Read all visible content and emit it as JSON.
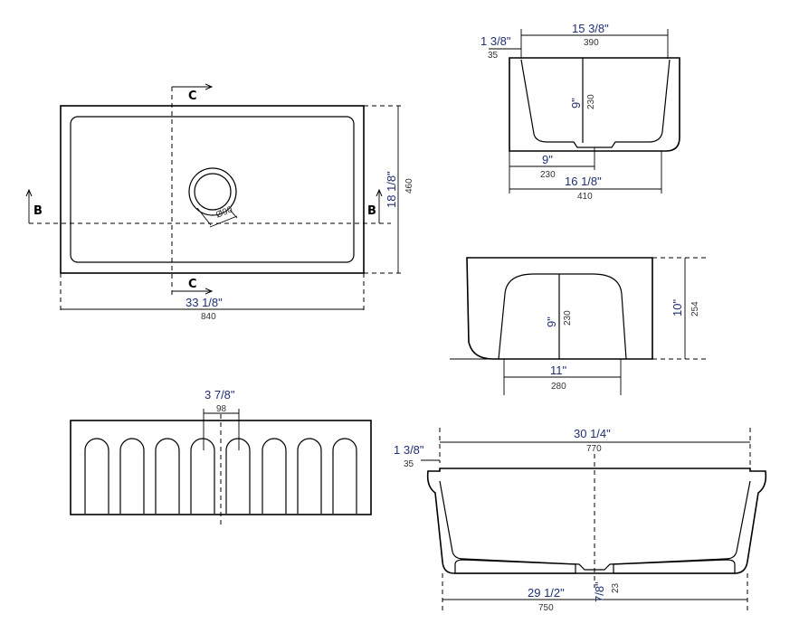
{
  "section_labels": {
    "c": "C",
    "b": "B"
  },
  "top_view": {
    "length_in": "33 1/8\"",
    "length_mm": "840",
    "width_in": "18 1/8\"",
    "width_mm": "460",
    "drain": "Ø90"
  },
  "side_section": {
    "top_in": "15 3/8\"",
    "top_mm": "390",
    "rim_in": "1 3/8\"",
    "rim_mm": "35",
    "depth_in": "9\"",
    "depth_mm": "230",
    "drain_off_in": "9\"",
    "drain_off_mm": "230",
    "bottom_in": "16 1/8\"",
    "bottom_mm": "410"
  },
  "side_view": {
    "height_in": "10\"",
    "height_mm": "254",
    "inner_in": "9\"",
    "inner_mm": "230",
    "base_in": "11\"",
    "base_mm": "280"
  },
  "front_view": {
    "flute_in": "3 7/8\"",
    "flute_mm": "98"
  },
  "long_section": {
    "top_in": "30 1/4\"",
    "top_mm": "770",
    "rim_in": "1 3/8\"",
    "rim_mm": "35",
    "bottom_in": "29 1/2\"",
    "bottom_mm": "750",
    "drain_in": "7/8\"",
    "drain_mm": "23"
  }
}
